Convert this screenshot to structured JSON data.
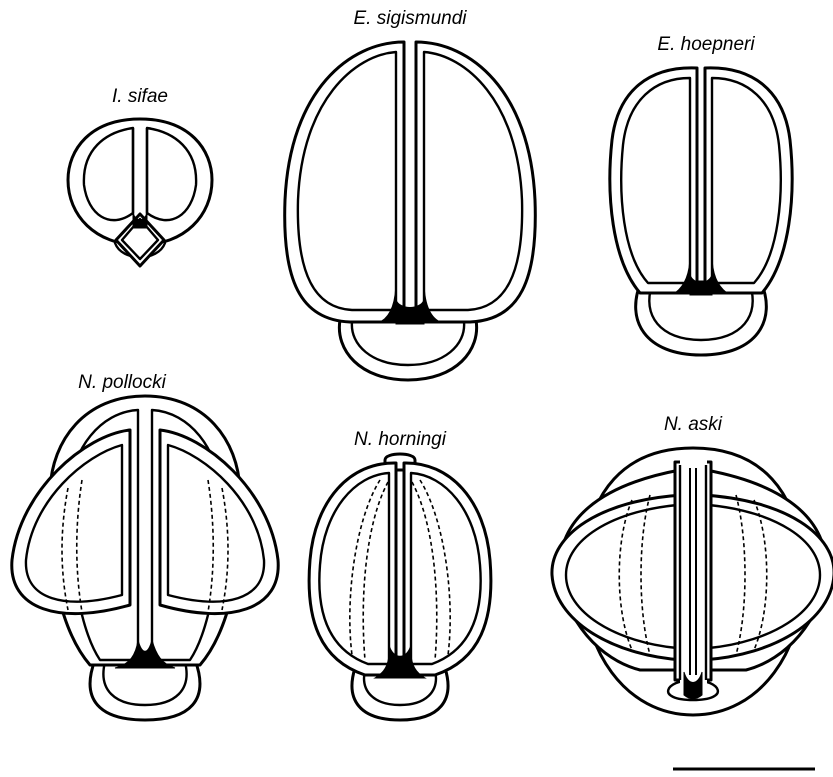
{
  "figure": {
    "specimens": [
      {
        "id": "i-sifae",
        "label": "I. sifae"
      },
      {
        "id": "e-sigismundi",
        "label": "E. sigismundi"
      },
      {
        "id": "e-hoepneri",
        "label": "E. hoepneri"
      },
      {
        "id": "n-pollocki",
        "label": "N. pollocki"
      },
      {
        "id": "n-horningi",
        "label": "N. horningi"
      },
      {
        "id": "n-aski",
        "label": "N. aski"
      }
    ],
    "scale_bar": {
      "label": ""
    },
    "colors": {
      "line": "#000000",
      "fill": "#ffffff",
      "background": "#ffffff"
    }
  }
}
